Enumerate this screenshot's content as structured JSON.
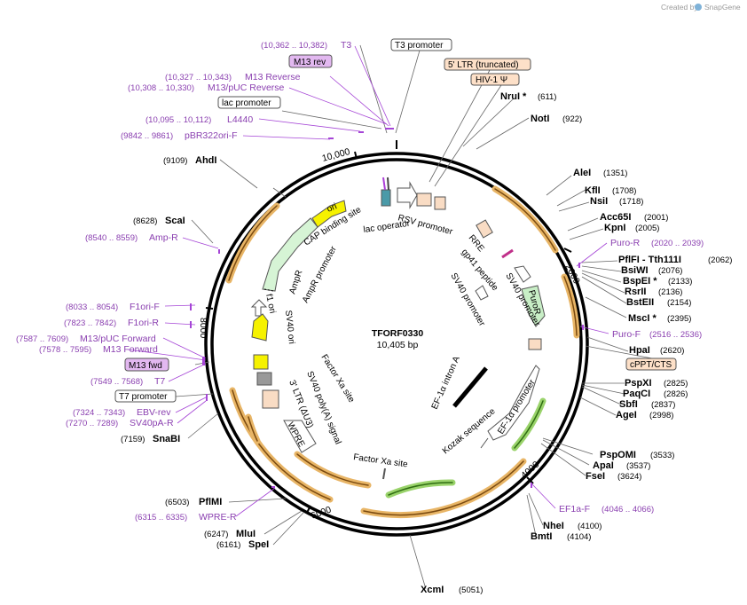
{
  "credit": {
    "prefix": "Created by",
    "brand": "SnapGene"
  },
  "plasmid": {
    "name": "TFORF0330",
    "size": "10,405 bp"
  },
  "ticks": {
    "t2000": "2000",
    "t4000": "4000",
    "t6000": "6000",
    "t8000": "8000",
    "t10000": "10,000"
  },
  "sites": [
    {
      "name": "NruI *",
      "pos": "(611)"
    },
    {
      "name": "NotI",
      "pos": "(922)"
    },
    {
      "name": "AleI",
      "pos": "(1351)"
    },
    {
      "name": "KflI",
      "pos": "(1708)"
    },
    {
      "name": "NsiI",
      "pos": "(1718)"
    },
    {
      "name": "Acc65I",
      "pos": "(2001)"
    },
    {
      "name": "KpnI",
      "pos": "(2005)"
    },
    {
      "name": "PflFI - Tth111I",
      "pos": "(2062)"
    },
    {
      "name": "BsiWI",
      "pos": "(2076)"
    },
    {
      "name": "BspEI *",
      "pos": "(2133)"
    },
    {
      "name": "RsrII",
      "pos": "(2136)"
    },
    {
      "name": "BstEII",
      "pos": "(2154)"
    },
    {
      "name": "MscI *",
      "pos": "(2395)"
    },
    {
      "name": "HpaI",
      "pos": "(2620)"
    },
    {
      "name": "PspXI",
      "pos": "(2825)"
    },
    {
      "name": "PaqCI",
      "pos": "(2826)"
    },
    {
      "name": "SbfI",
      "pos": "(2837)"
    },
    {
      "name": "AgeI",
      "pos": "(2998)"
    },
    {
      "name": "PspOMI",
      "pos": "(3533)"
    },
    {
      "name": "ApaI",
      "pos": "(3537)"
    },
    {
      "name": "FseI",
      "pos": "(3624)"
    },
    {
      "name": "NheI",
      "pos": "(4100)"
    },
    {
      "name": "BmtI",
      "pos": "(4104)"
    },
    {
      "name": "XcmI",
      "pos": "(5051)"
    },
    {
      "name": "SpeI",
      "pos": "(6161)"
    },
    {
      "name": "MluI",
      "pos": "(6247)"
    },
    {
      "name": "PflMI",
      "pos": "(6503)"
    },
    {
      "name": "SnaBI",
      "pos": "(7159)"
    },
    {
      "name": "ScaI",
      "pos": "(8628)"
    },
    {
      "name": "AhdI",
      "pos": "(9109)"
    }
  ],
  "primers": [
    {
      "name": "T3",
      "pos": "(10,362 .. 10,382)"
    },
    {
      "name": "M13 Reverse",
      "pos": "(10,327 .. 10,343)"
    },
    {
      "name": "M13/pUC Reverse",
      "pos": "(10,308 .. 10,330)"
    },
    {
      "name": "L4440",
      "pos": "(10,095 .. 10,112)"
    },
    {
      "name": "pBR322ori-F",
      "pos": "(9842 .. 9861)"
    },
    {
      "name": "Amp-R",
      "pos": "(8540 .. 8559)"
    },
    {
      "name": "F1ori-F",
      "pos": "(8033 .. 8054)"
    },
    {
      "name": "F1ori-R",
      "pos": "(7823 .. 7842)"
    },
    {
      "name": "M13/pUC Forward",
      "pos": "(7587 .. 7609)"
    },
    {
      "name": "M13 Forward",
      "pos": "(7578 .. 7595)"
    },
    {
      "name": "T7",
      "pos": "(7549 .. 7568)"
    },
    {
      "name": "EBV-rev",
      "pos": "(7324 .. 7343)"
    },
    {
      "name": "SV40pA-R",
      "pos": "(7270 .. 7289)"
    },
    {
      "name": "WPRE-R",
      "pos": "(6315 .. 6335)"
    },
    {
      "name": "Puro-R",
      "pos": "(2020 .. 2039)"
    },
    {
      "name": "Puro-F",
      "pos": "(2516 .. 2536)"
    },
    {
      "name": "EF1a-F",
      "pos": "(4046 .. 4066)"
    }
  ],
  "boxed": {
    "m13rev": "M13 rev",
    "t3prom": "T3 promoter",
    "ltr5": "5' LTR (truncated)",
    "hiv": "HIV-1 Ψ",
    "lacprom": "lac promoter",
    "cppt": "cPPT/CTS",
    "m13fwd": "M13 fwd",
    "t7prom": "T7 promoter"
  },
  "features": {
    "ori": "ori",
    "ampr": "AmpR",
    "amprprom": "AmpR promoter",
    "cap": "CAP binding site",
    "rsv": "RSV promoter",
    "lacop": "lac operator",
    "rre": "RRE",
    "gp41": "gp41 peptide",
    "sv40prom_a": "SV40 promoter",
    "sv40prom_b": "SV40 promoter",
    "puror": "PuroR",
    "f1ori": "f1 ori",
    "sv40ori": "SV40 ori",
    "factorxa1": "Factor Xa site",
    "factorxa2": "Factor Xa site",
    "ef1aintron": "EF-1α intron A",
    "ef1aprom": "EF-1α promoter",
    "kozak": "Kozak sequence",
    "sv40pa": "SV40 poly(A) signal",
    "ltr3": "3' LTR (ΔU3)",
    "wpre": "WPRE"
  }
}
